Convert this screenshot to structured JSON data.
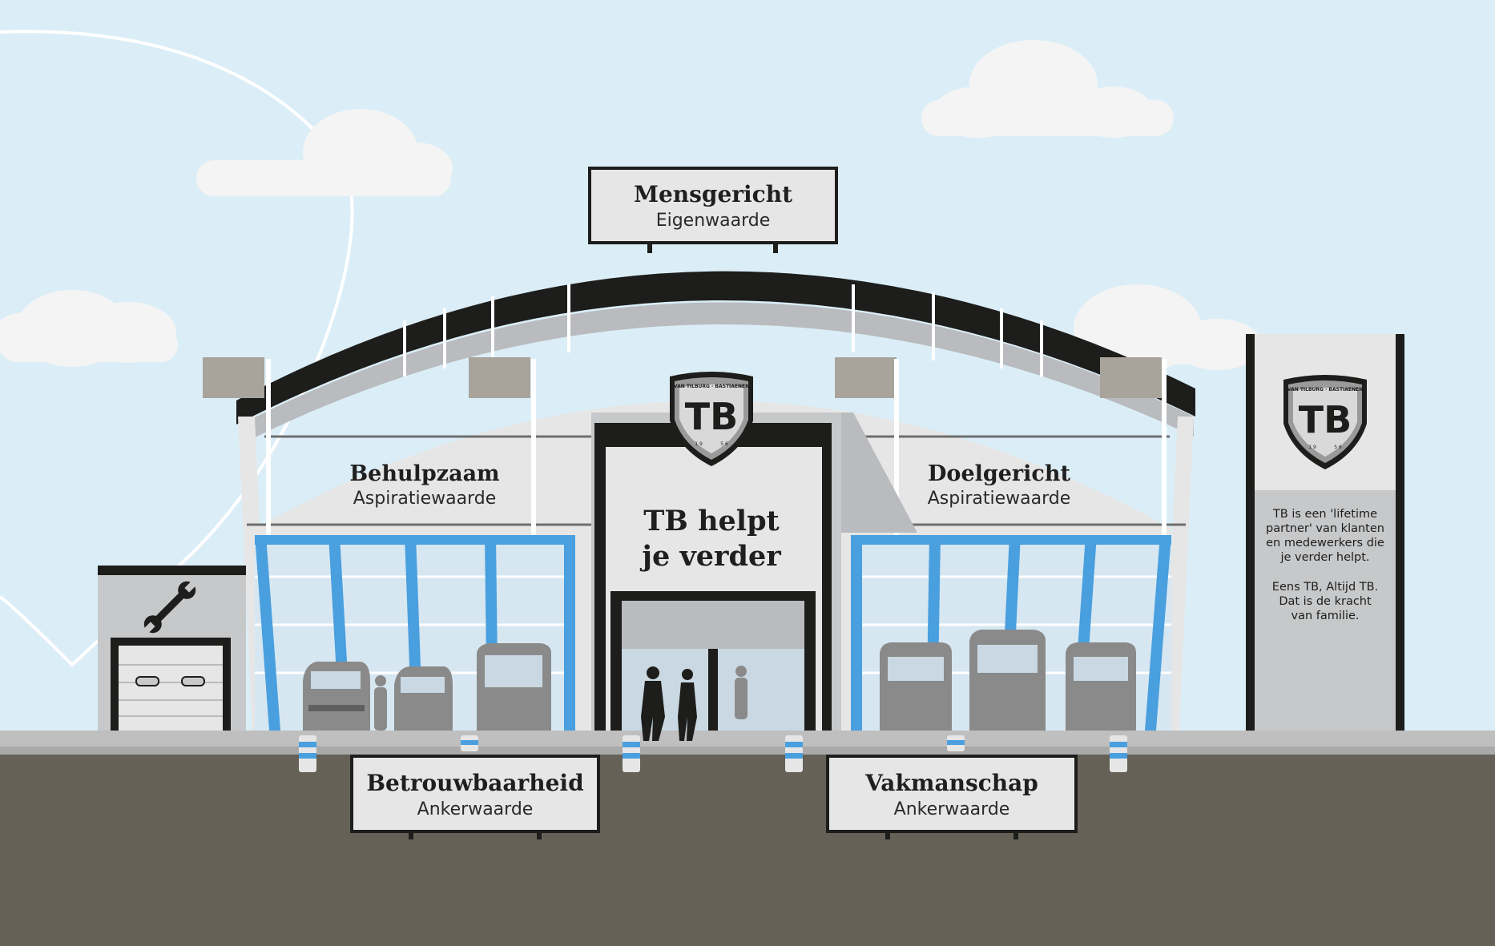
{
  "signs": {
    "top": {
      "title": "Mensgericht",
      "subtitle": "Eigenwaarde"
    },
    "left": {
      "title": "Behulpzaam",
      "subtitle": "Aspiratiewaarde"
    },
    "right": {
      "title": "Doelgericht",
      "subtitle": "Aspiratiewaarde"
    },
    "bottom_left": {
      "title": "Betrouwbaarheid",
      "subtitle": "Ankerwaarde"
    },
    "bottom_right": {
      "title": "Vakmanschap",
      "subtitle": "Ankerwaarde"
    }
  },
  "center": {
    "line1": "TB helpt",
    "line2": "je verder"
  },
  "logo": {
    "initials": "TB",
    "arc_text": "VAN TILBURG · BASTIAENEN",
    "year_left": "1 9",
    "year_right": "5 6"
  },
  "pylon": {
    "text_lines": [
      "TB is een 'lifetime",
      "partner' van klanten",
      "en medewerkers die",
      "je verder helpt.",
      "",
      "Eens TB, Altijd TB.",
      "Dat is de kracht",
      "van familie."
    ]
  },
  "icons": {
    "workshop": "wrench-icon"
  },
  "colors": {
    "sky": "#dbeef7",
    "cloud": "#f4f4f4",
    "ground": "#656157",
    "sidewalk": "#bfbfbf",
    "glass_frame": "#4a9fdf",
    "dark": "#1d1d1b",
    "building_light": "#e6e6e6",
    "building_mid": "#b9bbbe",
    "vehicle_gray": "#8a8a8a"
  }
}
